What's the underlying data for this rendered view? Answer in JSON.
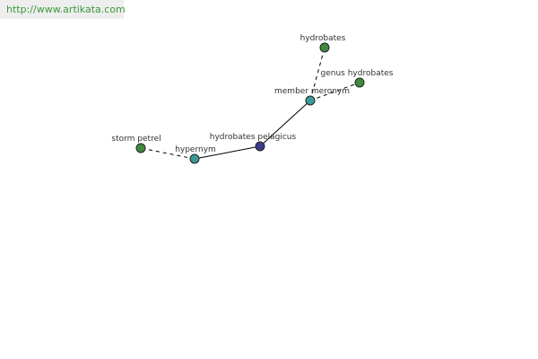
{
  "watermark": {
    "url": "http://www.artikata.com"
  },
  "colors": {
    "green_node": "#3f8a3f",
    "teal_node": "#3a9a9a",
    "blue_node": "#3c3c8c",
    "edge": "#000000",
    "label": "#333333"
  },
  "nodes": {
    "center": {
      "label": "hydrobates pelagicus"
    },
    "hypernym": {
      "label": "hypernym"
    },
    "storm_petrel": {
      "label": "storm petrel"
    },
    "member_meronym": {
      "label": "member meronym"
    },
    "hydrobates": {
      "label": "hydrobates"
    },
    "genus_hydrobates": {
      "label": "genus hydrobates"
    }
  }
}
